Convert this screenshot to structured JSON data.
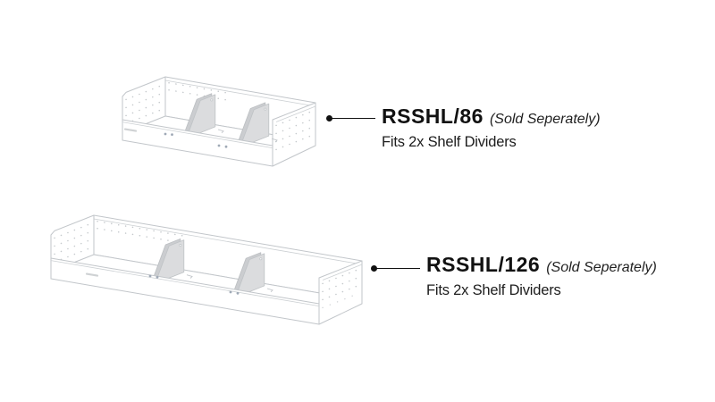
{
  "page": {
    "background": "#ffffff"
  },
  "colors": {
    "text": "#111111",
    "line_art": "#c2c6ca",
    "divider_fill": "#dbdcde",
    "divider_edge": "#cbcdd0",
    "callout": "#111111",
    "rivet": "#9fa9b6"
  },
  "figures": [
    {
      "id": "shelf-86",
      "illustration": "isometric shelf tray with perforated end panels and 2 dividers",
      "label": {
        "code": "RSSHL/86",
        "note": "(Sold Seperately)",
        "fits": "Fits 2x Shelf Dividers"
      }
    },
    {
      "id": "shelf-126",
      "illustration": "longer isometric shelf tray with perforated end panels and 2 dividers",
      "label": {
        "code": "RSSHL/126",
        "note": "(Sold Seperately)",
        "fits": "Fits 2x Shelf Dividers"
      }
    }
  ]
}
